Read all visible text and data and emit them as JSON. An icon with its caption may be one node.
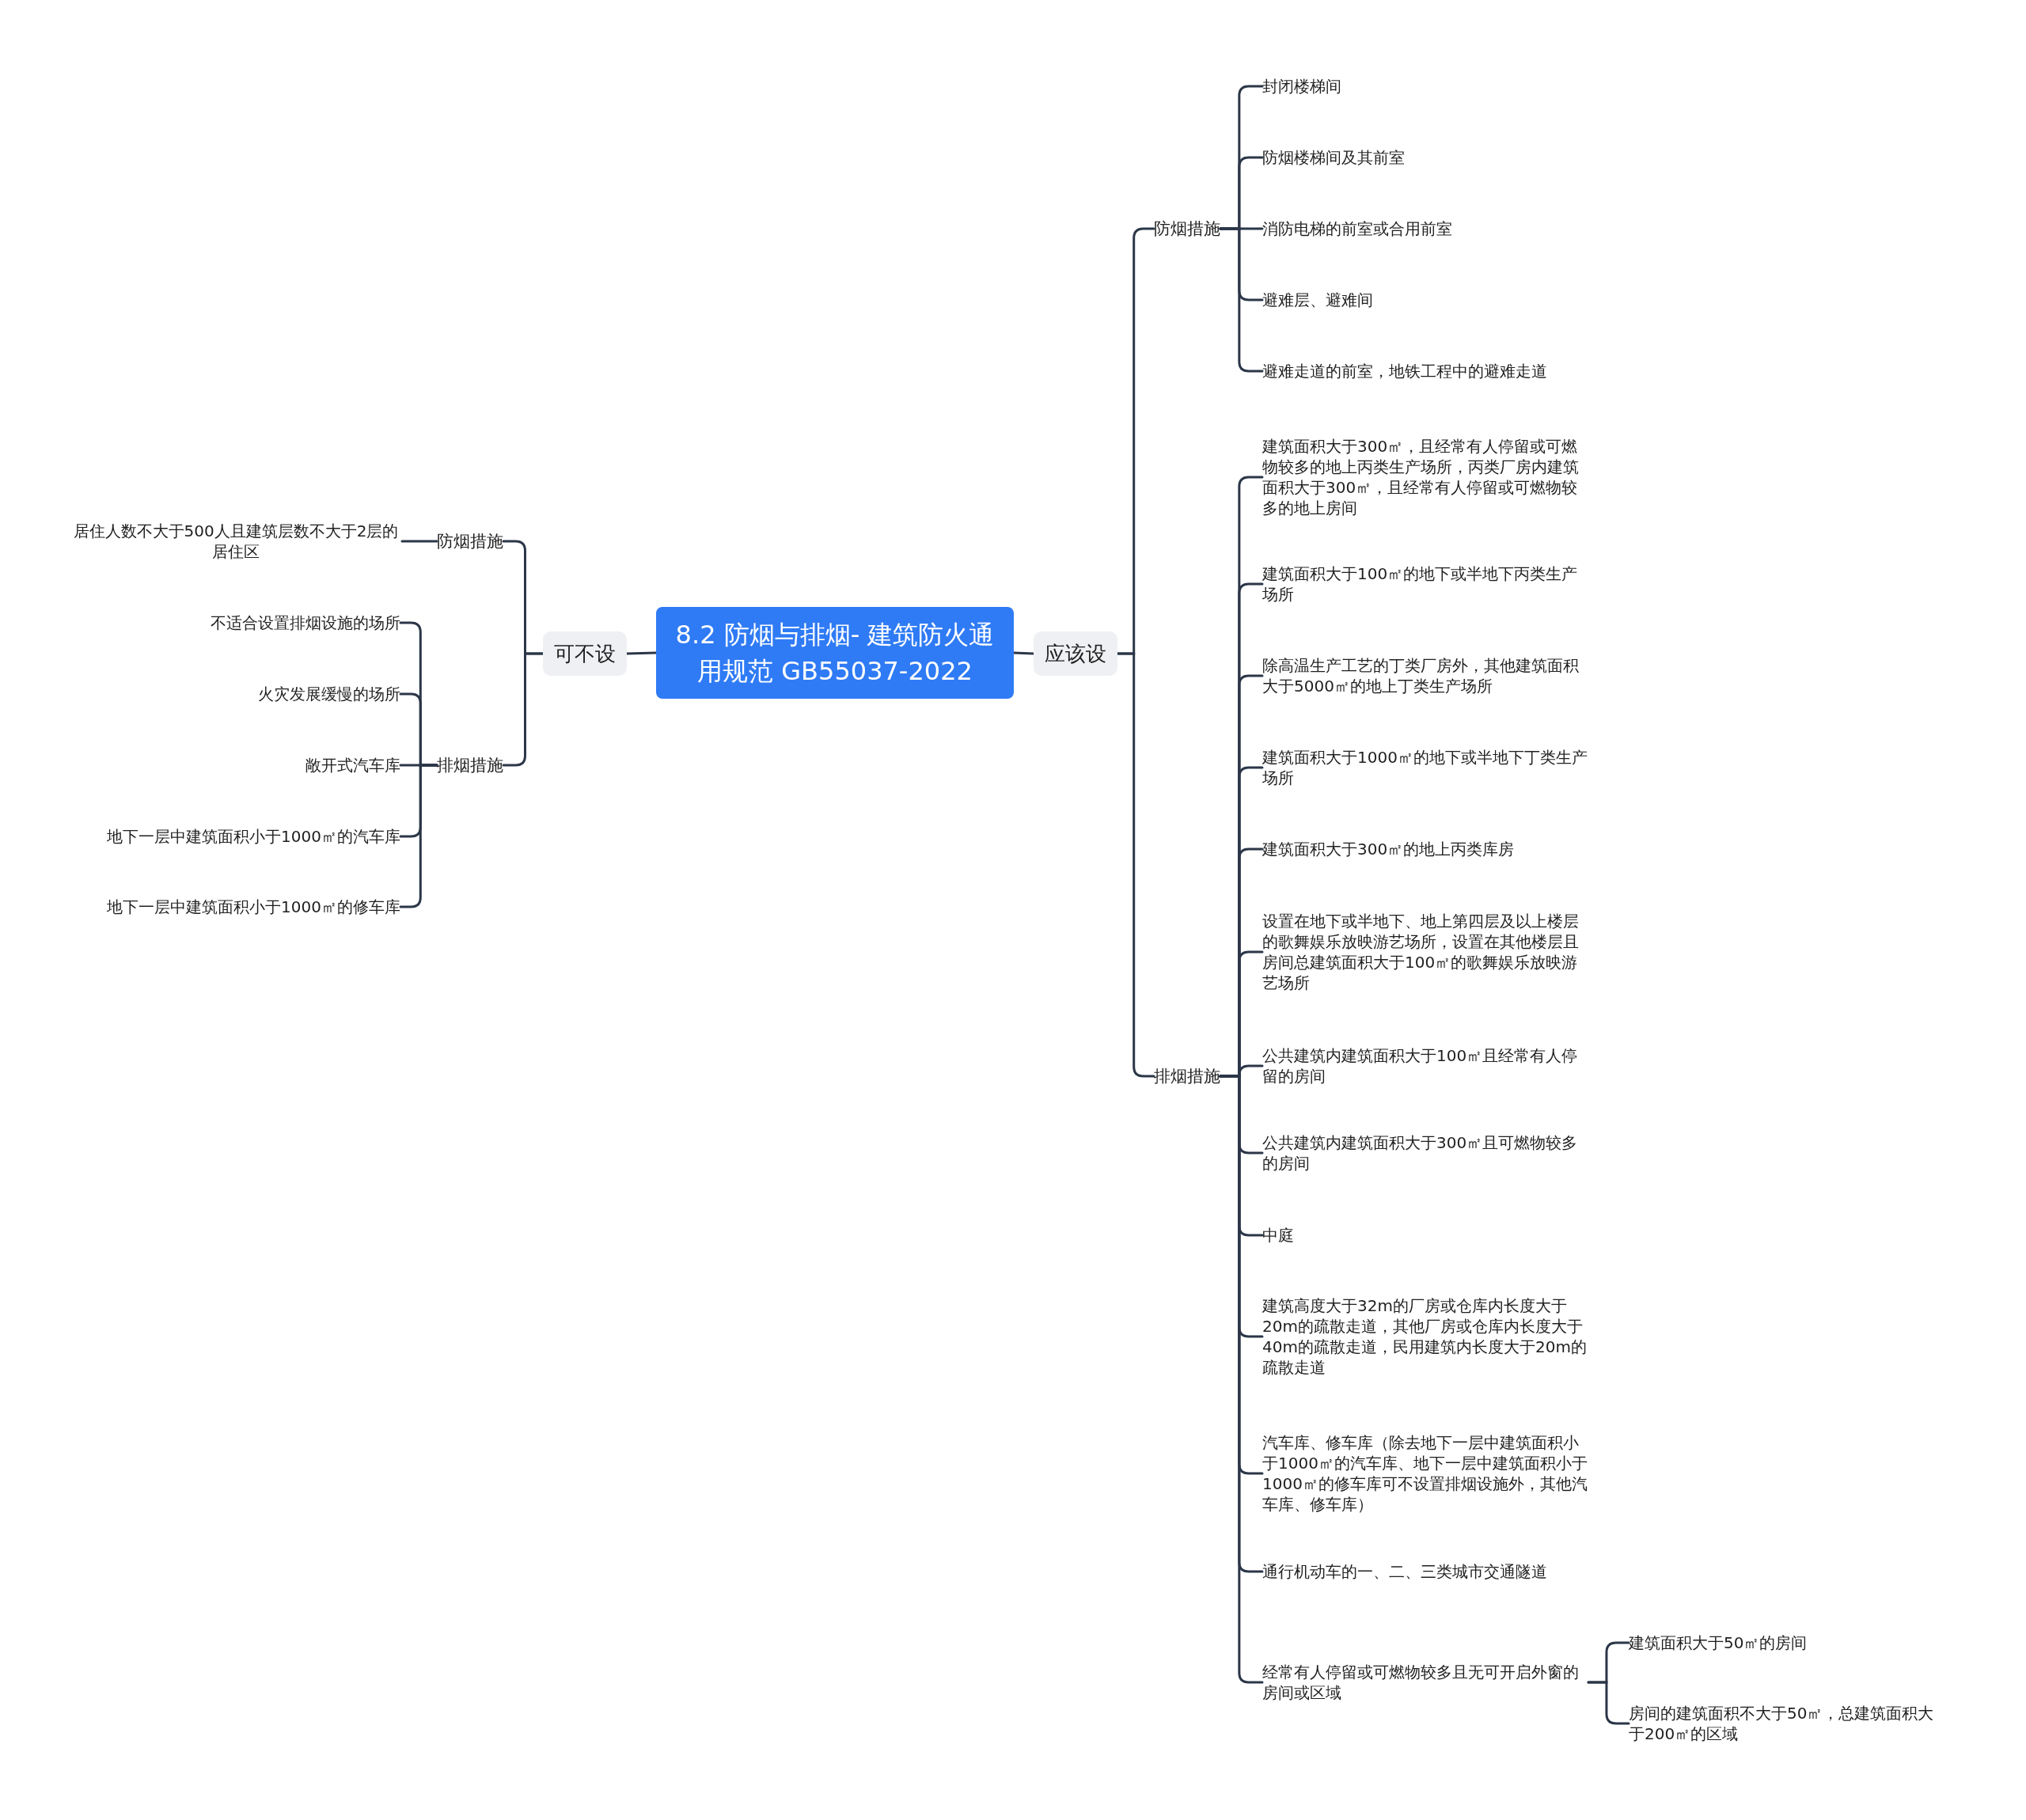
{
  "diagram": {
    "nodes": [
      {
        "text": [
          "8.2 防烟与排烟- 建筑防火通用规范 GB55037-2022"
        ]
      },
      {
        "text": [
          "应该设"
        ]
      },
      {
        "text": [
          "防烟措施"
        ]
      },
      {
        "text": [
          "封闭楼梯间"
        ]
      },
      {
        "text": [
          "防烟楼梯间及其前室"
        ]
      },
      {
        "text": [
          "消防电梯的前室或合用前室"
        ]
      },
      {
        "text": [
          "避难层、避难间"
        ]
      },
      {
        "text": [
          "避难走道的前室，地铁工程中的避难走道"
        ]
      },
      {
        "text": [
          "排烟措施"
        ]
      },
      {
        "text": [
          "建筑面积大于300㎡，且经常有人停留或可燃物较多的地上丙类生产场所，丙类厂房内建筑面积大于300㎡，且经常有人停留或可燃物较多的地上房间"
        ]
      },
      {
        "text": [
          "建筑面积大于100㎡的地下或半地下丙类生产场所"
        ]
      },
      {
        "text": [
          "除高温生产工艺的丁类厂房外，其他建筑面积大于5000㎡的地上丁类生产场所"
        ]
      },
      {
        "text": [
          "建筑面积大于1000㎡的地下或半地下丁类生产场所"
        ]
      },
      {
        "text": [
          "建筑面积大于300㎡的地上丙类库房"
        ]
      },
      {
        "text": [
          "设置在地下或半地下、地上第四层及以上楼层的歌舞娱乐放映游艺场所，设置在其他楼层且房间总建筑面积大于100㎡的歌舞娱乐放映游艺场所"
        ]
      },
      {
        "text": [
          "公共建筑内建筑面积大于100㎡且经常有人停留的房间"
        ]
      },
      {
        "text": [
          "公共建筑内建筑面积大于300㎡且可燃物较多的房间"
        ]
      },
      {
        "text": [
          "中庭"
        ]
      },
      {
        "text": [
          "建筑高度大于32m的厂房或仓库内长度大于20m的疏散走道，其他厂房或仓库内长度大于40m的疏散走道，民用建筑内长度大于20m的疏散走道"
        ]
      },
      {
        "text": [
          "汽车库、修车库（除去地下一层中建筑面积小于1000㎡的汽车库、地下一层中建筑面积小于1000㎡的修车库可不设置排烟设施外，其他汽车库、修车库）"
        ]
      },
      {
        "text": [
          "通行机动车的一、二、三类城市交通隧道"
        ]
      },
      {
        "text": [
          "经常有人停留或可燃物较多且无可开启外窗的房间或区域"
        ]
      },
      {
        "text": [
          "建筑面积大于50㎡的房间"
        ]
      },
      {
        "text": [
          "房间的建筑面积不大于50㎡，总建筑面积大于200㎡的区域"
        ]
      },
      {
        "text": [
          "可不设"
        ]
      },
      {
        "text": [
          "防烟措施"
        ]
      },
      {
        "text": [
          "居住人数不大于500人且建筑层数不大于2层的居住区"
        ]
      },
      {
        "text": [
          "排烟措施"
        ]
      },
      {
        "text": [
          "不适合设置排烟设施的场所"
        ]
      },
      {
        "text": [
          "火灾发展缓慢的场所"
        ]
      },
      {
        "text": [
          "敞开式汽车库"
        ]
      },
      {
        "text": [
          "地下一层中建筑面积小于1000㎡的汽车库"
        ]
      },
      {
        "text": [
          "地下一层中建筑面积小于1000㎡的修车库"
        ]
      }
    ],
    "edges": [
      {
        "from": 0,
        "to": 1,
        "arrow": "none"
      },
      {
        "from": 1,
        "to": 2,
        "arrow": "none"
      },
      {
        "from": 2,
        "to": 3,
        "arrow": "none"
      },
      {
        "from": 2,
        "to": 4,
        "arrow": "none"
      },
      {
        "from": 2,
        "to": 5,
        "arrow": "none"
      },
      {
        "from": 2,
        "to": 6,
        "arrow": "none"
      },
      {
        "from": 2,
        "to": 7,
        "arrow": "none"
      },
      {
        "from": 1,
        "to": 8,
        "arrow": "none"
      },
      {
        "from": 8,
        "to": 9,
        "arrow": "none"
      },
      {
        "from": 8,
        "to": 10,
        "arrow": "none"
      },
      {
        "from": 8,
        "to": 11,
        "arrow": "none"
      },
      {
        "from": 8,
        "to": 12,
        "arrow": "none"
      },
      {
        "from": 8,
        "to": 13,
        "arrow": "none"
      },
      {
        "from": 8,
        "to": 14,
        "arrow": "none"
      },
      {
        "from": 8,
        "to": 15,
        "arrow": "none"
      },
      {
        "from": 8,
        "to": 16,
        "arrow": "none"
      },
      {
        "from": 8,
        "to": 17,
        "arrow": "none"
      },
      {
        "from": 8,
        "to": 18,
        "arrow": "none"
      },
      {
        "from": 8,
        "to": 19,
        "arrow": "none"
      },
      {
        "from": 8,
        "to": 20,
        "arrow": "none"
      },
      {
        "from": 8,
        "to": 21,
        "arrow": "none"
      },
      {
        "from": 21,
        "to": 22,
        "arrow": "none"
      },
      {
        "from": 21,
        "to": 23,
        "arrow": "none"
      },
      {
        "from": 0,
        "to": 24,
        "arrow": "none"
      },
      {
        "from": 24,
        "to": 25,
        "arrow": "none"
      },
      {
        "from": 25,
        "to": 26,
        "arrow": "none"
      },
      {
        "from": 24,
        "to": 27,
        "arrow": "none"
      },
      {
        "from": 27,
        "to": 28,
        "arrow": "none"
      },
      {
        "from": 27,
        "to": 29,
        "arrow": "none"
      },
      {
        "from": 27,
        "to": 30,
        "arrow": "none"
      },
      {
        "from": 27,
        "to": 31,
        "arrow": "none"
      },
      {
        "from": 27,
        "to": 32,
        "arrow": "none"
      }
    ]
  }
}
